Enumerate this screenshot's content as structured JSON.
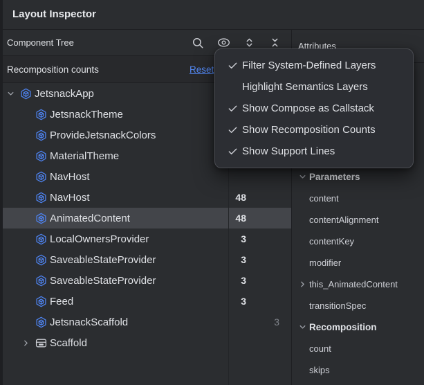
{
  "window": {
    "title": "Layout Inspector"
  },
  "component_tree": {
    "title": "Component Tree",
    "toolbar_icons": [
      "search",
      "eye",
      "expand-all",
      "collapse-all"
    ],
    "banner": {
      "label": "Recomposition counts",
      "reset": "Reset"
    },
    "rows": [
      {
        "label": "JetsnackApp",
        "icon": "compose",
        "depth": 0,
        "chevron": "down"
      },
      {
        "label": "JetsnackTheme",
        "icon": "compose",
        "depth": 1
      },
      {
        "label": "ProvideJetsnackColors",
        "icon": "compose",
        "depth": 1
      },
      {
        "label": "MaterialTheme",
        "icon": "compose",
        "depth": 1
      },
      {
        "label": "NavHost",
        "icon": "compose",
        "depth": 1
      },
      {
        "label": "NavHost",
        "icon": "compose",
        "depth": 1,
        "count": "48"
      },
      {
        "label": "AnimatedContent",
        "icon": "compose",
        "depth": 1,
        "count": "48",
        "selected": true
      },
      {
        "label": "LocalOwnersProvider",
        "icon": "compose",
        "depth": 1,
        "count": "3"
      },
      {
        "label": "SaveableStateProvider",
        "icon": "compose",
        "depth": 1,
        "count": "3"
      },
      {
        "label": "SaveableStateProvider",
        "icon": "compose",
        "depth": 1,
        "count": "3"
      },
      {
        "label": "Feed",
        "icon": "compose",
        "depth": 1,
        "count": "3"
      },
      {
        "label": "JetsnackScaffold",
        "icon": "compose",
        "depth": 1,
        "count_secondary": "3"
      },
      {
        "label": "Scaffold",
        "icon": "scaffold",
        "depth": 1,
        "chevron": "right"
      }
    ]
  },
  "attributes": {
    "title": "Attributes",
    "rows": [
      {
        "label": "Parameters",
        "type": "section",
        "chevron": "down"
      },
      {
        "label": "content",
        "type": "item"
      },
      {
        "label": "contentAlignment",
        "type": "item"
      },
      {
        "label": "contentKey",
        "type": "item"
      },
      {
        "label": "modifier",
        "type": "item"
      },
      {
        "label": "this_AnimatedContent",
        "type": "item",
        "chevron": "right"
      },
      {
        "label": "transitionSpec",
        "type": "item"
      },
      {
        "label": "Recomposition",
        "type": "section",
        "chevron": "down"
      },
      {
        "label": "count",
        "type": "item"
      },
      {
        "label": "skips",
        "type": "item"
      }
    ]
  },
  "view_options_menu": {
    "items": [
      {
        "label": "Filter System-Defined Layers",
        "checked": true
      },
      {
        "label": "Highlight Semantics Layers",
        "checked": false
      },
      {
        "label": "Show Compose as Callstack",
        "checked": true
      },
      {
        "label": "Show Recomposition Counts",
        "checked": true
      },
      {
        "label": "Show Support Lines",
        "checked": true
      }
    ]
  },
  "colors": {
    "panel_bg": "#2b2d30",
    "selection": "#43454a",
    "border": "#1e1f22",
    "link_blue": "#548af7",
    "compose_icon_blue": "#4e83f0",
    "dim_text": "#7f838a"
  }
}
